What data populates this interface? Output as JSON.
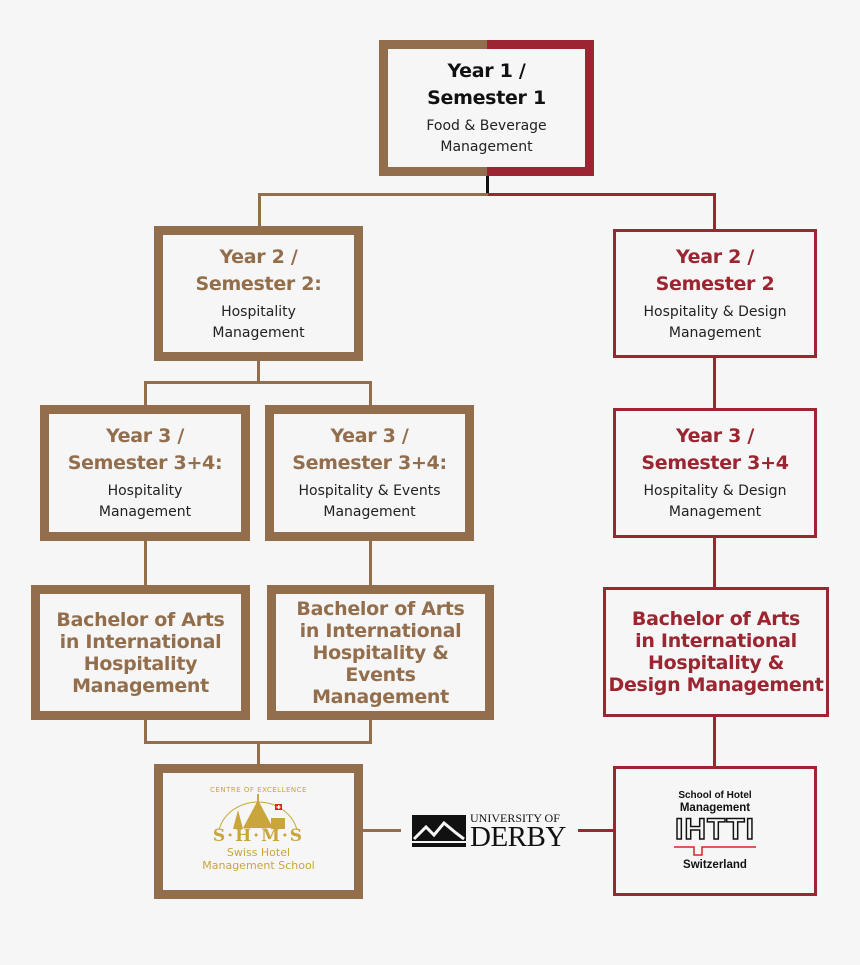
{
  "colors": {
    "brown": "#936e4d",
    "red": "#9b2530",
    "background": "#f6f6f6",
    "gold": "#c9a53c",
    "text": "#222222"
  },
  "root": {
    "title_line1": "Year 1 /",
    "title_line2": "Semester 1",
    "subtitle_line1": "Food & Beverage",
    "subtitle_line2": "Management"
  },
  "left_branch": {
    "year2": {
      "title_line1": "Year 2 /",
      "title_line2": "Semester 2:",
      "subtitle_line1": "Hospitality",
      "subtitle_line2": "Management"
    },
    "year3_a": {
      "title_line1": "Year 3 /",
      "title_line2": "Semester 3+4:",
      "subtitle_line1": "Hospitality",
      "subtitle_line2": "Management"
    },
    "year3_b": {
      "title_line1": "Year 3 /",
      "title_line2": "Semester 3+4:",
      "subtitle_line1": "Hospitality & Events",
      "subtitle_line2": "Management"
    },
    "degree_a": {
      "line1": "Bachelor of Arts",
      "line2": "in International",
      "line3": "Hospitality",
      "line4": "Management"
    },
    "degree_b": {
      "line1": "Bachelor of Arts",
      "line2": "in International",
      "line3": "Hospitality &",
      "line4": "Events Management"
    },
    "school_logo": {
      "arc_text": "CENTRE OF EXCELLENCE",
      "acronym": "S·H·M·S",
      "name_line1": "Swiss Hotel",
      "name_line2": "Management School"
    }
  },
  "right_branch": {
    "year2": {
      "title_line1": "Year 2 /",
      "title_line2": "Semester 2",
      "subtitle_line1": "Hospitality & Design",
      "subtitle_line2": "Management"
    },
    "year3": {
      "title_line1": "Year 3 /",
      "title_line2": "Semester 3+4",
      "subtitle_line1": "Hospitality & Design",
      "subtitle_line2": "Management"
    },
    "degree": {
      "line1": "Bachelor of Arts",
      "line2": "in International",
      "line3": "Hospitality &",
      "line4": "Design Management"
    },
    "school_logo": {
      "line1": "School of Hotel",
      "line2": "Management",
      "mark": "IHTTI",
      "country": "Switzerland"
    }
  },
  "university_logo": {
    "line1": "UNIVERSITY OF",
    "line2": "DERBY"
  }
}
